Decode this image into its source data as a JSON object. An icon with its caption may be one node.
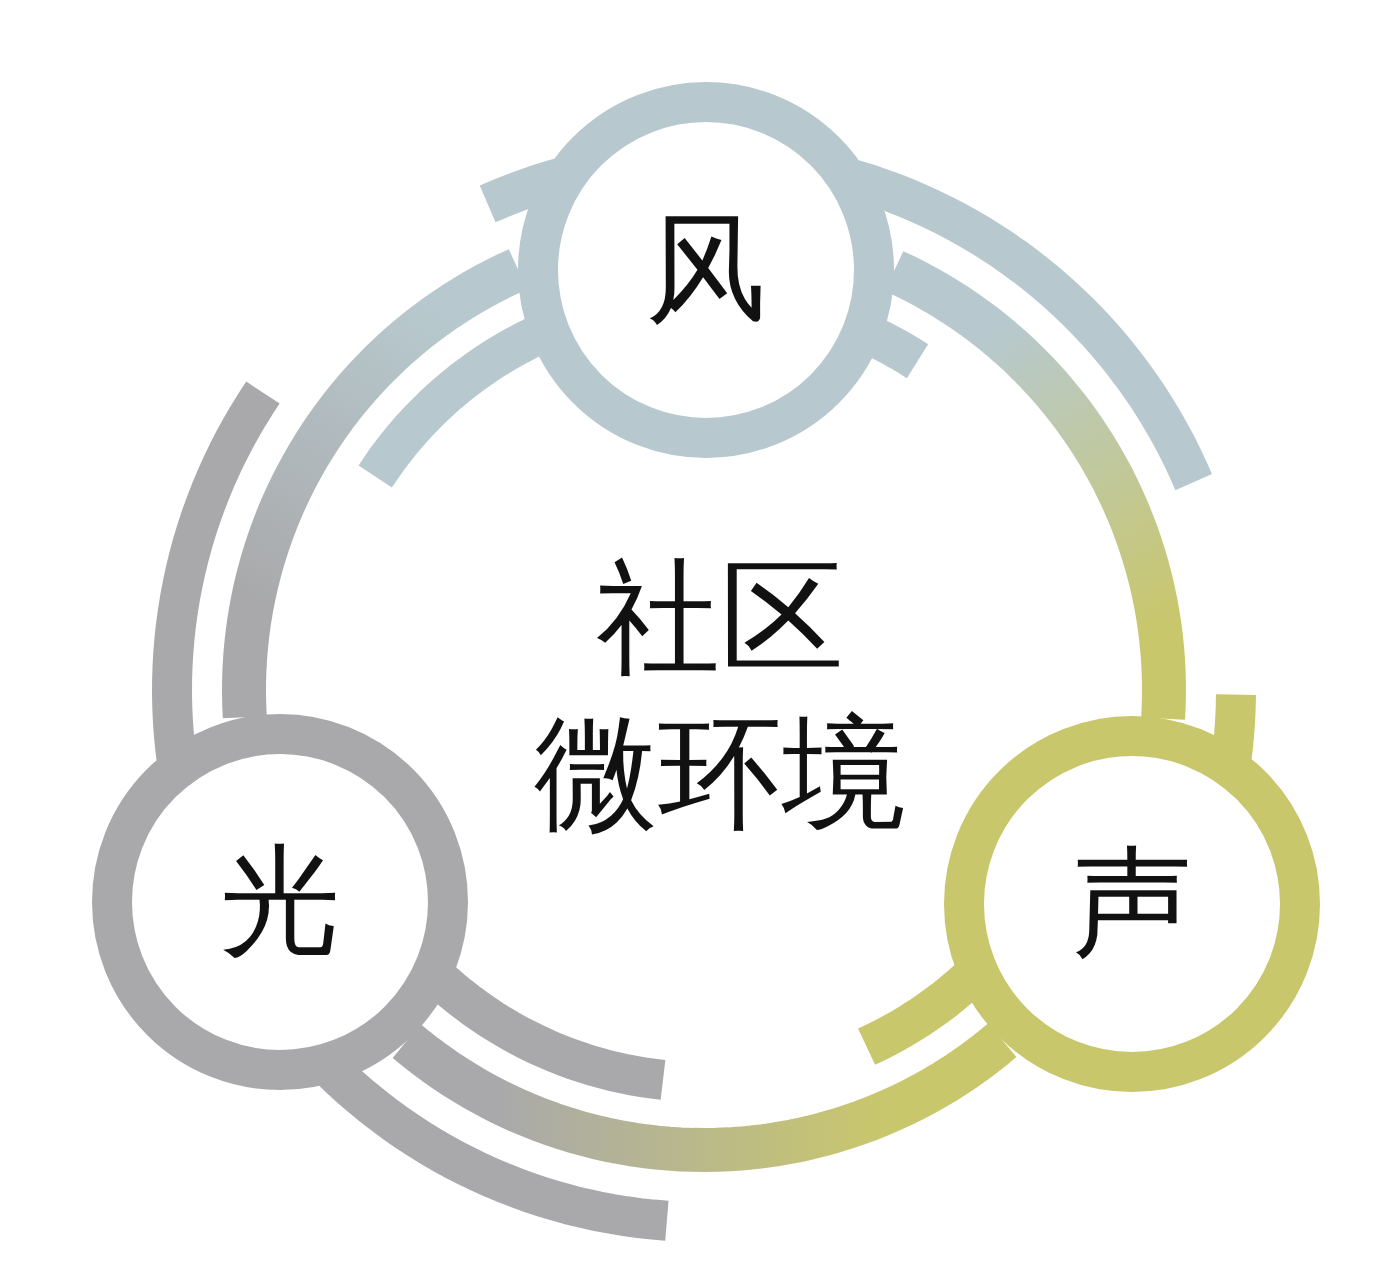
{
  "diagram": {
    "nodes": [
      {
        "text": [
          "风"
        ]
      },
      {
        "text": [
          "声"
        ]
      },
      {
        "text": [
          "光"
        ]
      }
    ],
    "edges": [
      {
        "from": 0,
        "to": 1,
        "arrow": "none"
      },
      {
        "from": 1,
        "to": 2,
        "arrow": "none"
      },
      {
        "from": 2,
        "to": 0,
        "arrow": "none"
      }
    ],
    "labels": [
      "社区微环境"
    ]
  }
}
